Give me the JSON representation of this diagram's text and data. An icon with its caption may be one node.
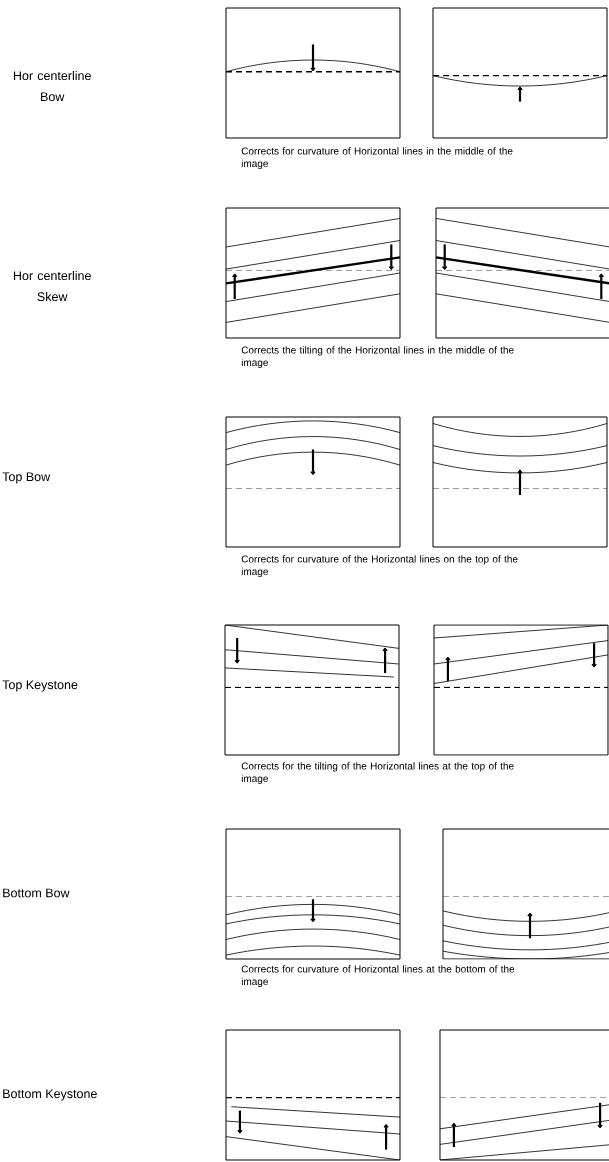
{
  "diagram": {
    "labels": [
      "Hor centerline Bow",
      "Corrects for curvature of Horizontal lines in the middle of the image",
      "Hor centerline Skew",
      "Corrects the tilting of the Horizontal lines in the middle of the image",
      "Top Bow",
      "Corrects for curvature of the Horizontal lines on the top of the image",
      "Top Keystone",
      "Corrects for the tilting of the Horizontal lines at the top of the image",
      "Bottom Bow",
      "Corrects for curvature of Horizontal lines at the bottom of the image",
      "Bottom Keystone"
    ]
  }
}
